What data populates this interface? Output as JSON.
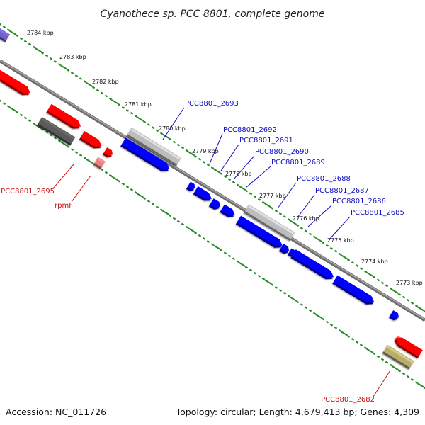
{
  "title": "Cyanothece sp. PCC 8801, complete genome",
  "accession": "Accession: NC_011726",
  "topology": "Topology: circular; Length: 4,679,413 bp; Genes: 4,309",
  "colors": {
    "forward": "#0000ff",
    "reverse": "#ff0000",
    "trna": "#f08080",
    "pseudo_grey": "#bdbdbd",
    "dark_grey": "#5a5a5a",
    "purple": "#7060d0",
    "tan": "#b8ad70",
    "label_blue": "#1010c0",
    "label_red": "#cc1010",
    "tick_green": "#228b22",
    "backbone": "#808080"
  },
  "scale_labels": [
    "2784 kbp",
    "2783 kbp",
    "2782 kbp",
    "2781 kbp",
    "2780 kbp",
    "2779 kbp",
    "2778 kbp",
    "2777 kbp",
    "2776 kbp",
    "2775 kbp",
    "2774 kbp",
    "2773 kbp"
  ],
  "gene_labels": [
    {
      "name": "PCC8801_2693",
      "strand": "forward"
    },
    {
      "name": "PCC8801_2692",
      "strand": "forward"
    },
    {
      "name": "PCC8801_2691",
      "strand": "forward"
    },
    {
      "name": "PCC8801_2690",
      "strand": "forward"
    },
    {
      "name": "PCC8801_2689",
      "strand": "forward"
    },
    {
      "name": "PCC8801_2688",
      "strand": "forward"
    },
    {
      "name": "PCC8801_2687",
      "strand": "forward"
    },
    {
      "name": "PCC8801_2686",
      "strand": "forward"
    },
    {
      "name": "PCC8801_2685",
      "strand": "forward"
    },
    {
      "name": "PCC8801_2695",
      "strand": "reverse"
    },
    {
      "name": "rpmF",
      "strand": "reverse"
    },
    {
      "name": "PCC8801_2682",
      "strand": "reverse"
    }
  ]
}
